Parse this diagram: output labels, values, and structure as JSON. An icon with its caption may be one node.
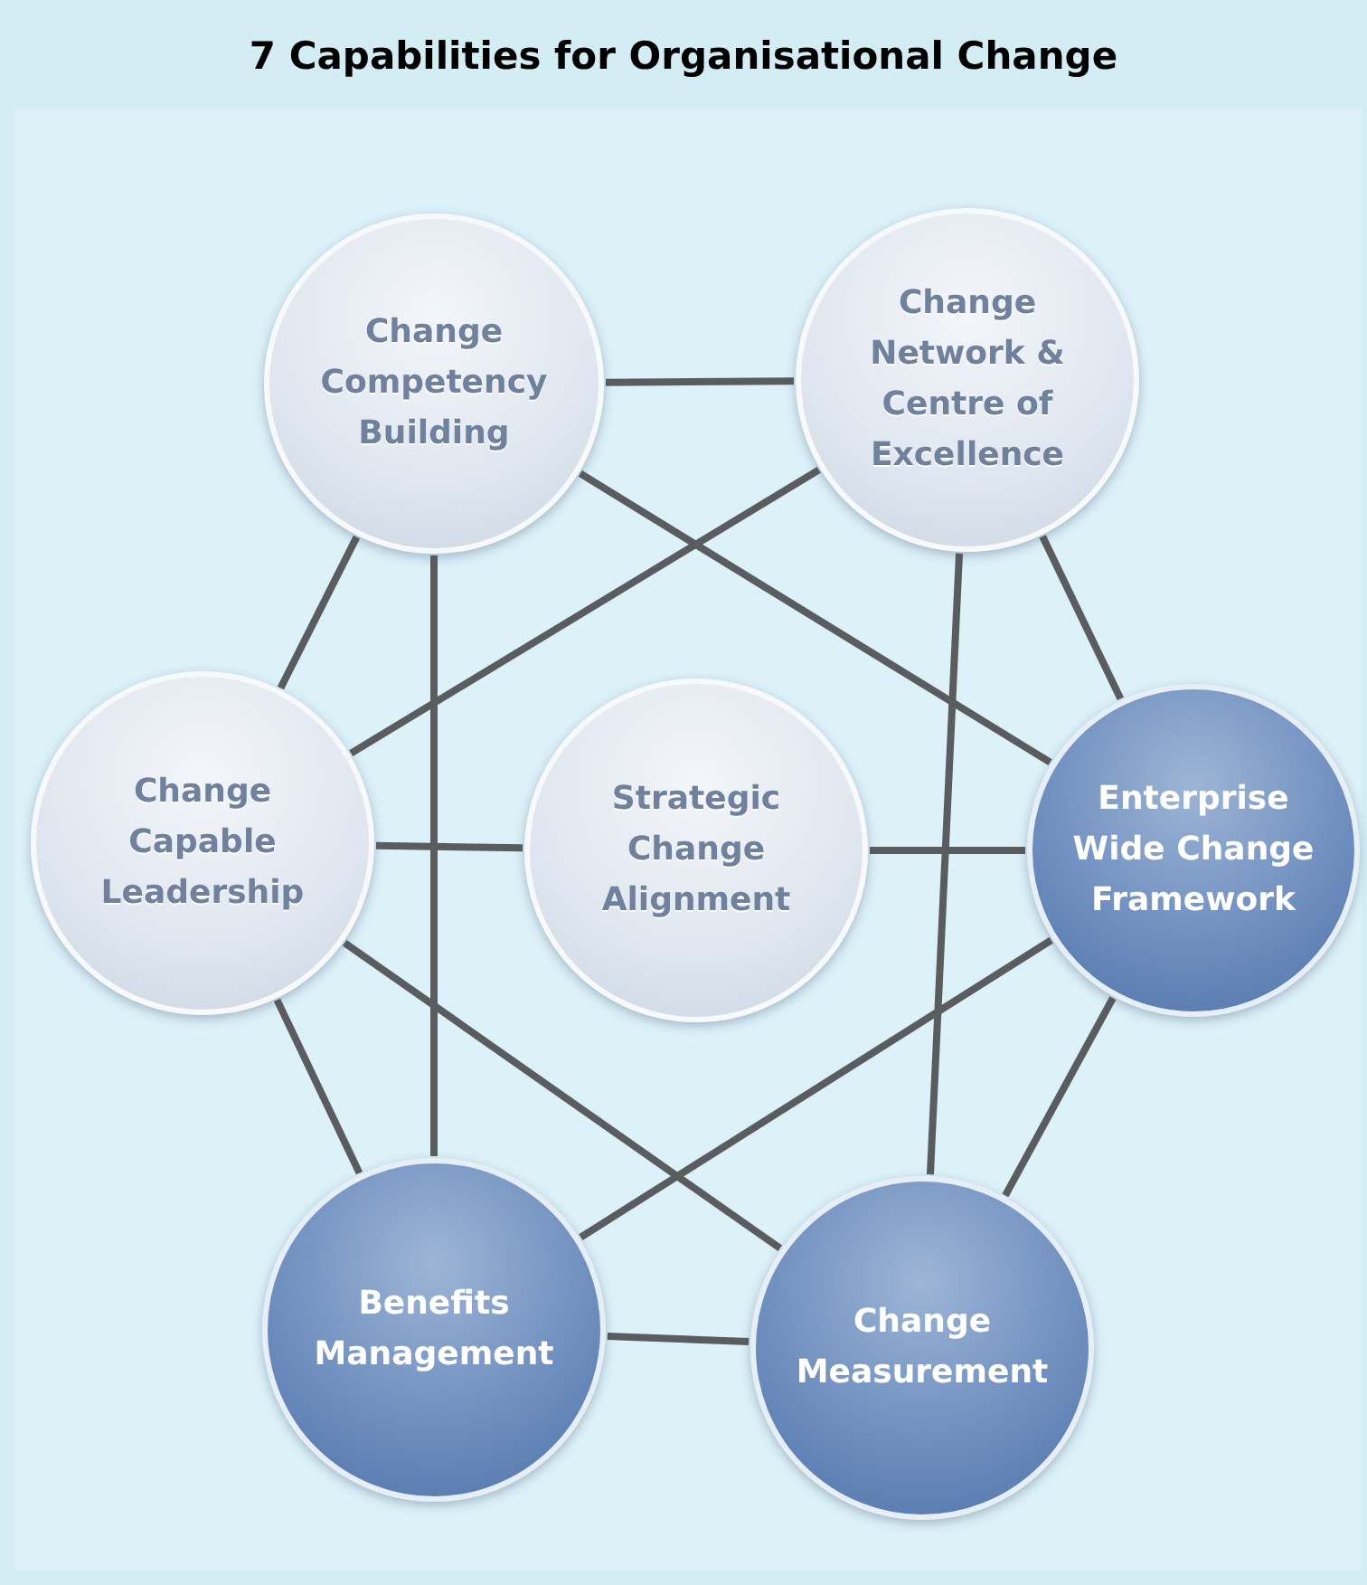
{
  "diagram": {
    "title": "7 Capabilities for Organisational Change",
    "nodes": [
      {
        "text": [
          "Change Competency Building"
        ]
      },
      {
        "text": [
          "Change Network & Centre of Excellence"
        ]
      },
      {
        "text": [
          "Change Capable Leadership"
        ]
      },
      {
        "text": [
          "Strategic Change Alignment"
        ]
      },
      {
        "text": [
          "Enterprise Wide Change Framework"
        ]
      },
      {
        "text": [
          "Benefits Management"
        ]
      },
      {
        "text": [
          "Change Measurement"
        ]
      }
    ],
    "edges": [
      {
        "from": 0,
        "to": 1,
        "arrow": "none"
      },
      {
        "from": 1,
        "to": 4,
        "arrow": "none"
      },
      {
        "from": 4,
        "to": 6,
        "arrow": "none"
      },
      {
        "from": 6,
        "to": 5,
        "arrow": "none"
      },
      {
        "from": 5,
        "to": 2,
        "arrow": "none"
      },
      {
        "from": 2,
        "to": 0,
        "arrow": "none"
      },
      {
        "from": 0,
        "to": 4,
        "arrow": "none"
      },
      {
        "from": 1,
        "to": 2,
        "arrow": "none"
      },
      {
        "from": 0,
        "to": 5,
        "arrow": "none"
      },
      {
        "from": 1,
        "to": 6,
        "arrow": "none"
      },
      {
        "from": 2,
        "to": 6,
        "arrow": "none"
      },
      {
        "from": 4,
        "to": 5,
        "arrow": "none"
      },
      {
        "from": 2,
        "to": 3,
        "arrow": "none"
      },
      {
        "from": 3,
        "to": 4,
        "arrow": "none"
      }
    ]
  }
}
